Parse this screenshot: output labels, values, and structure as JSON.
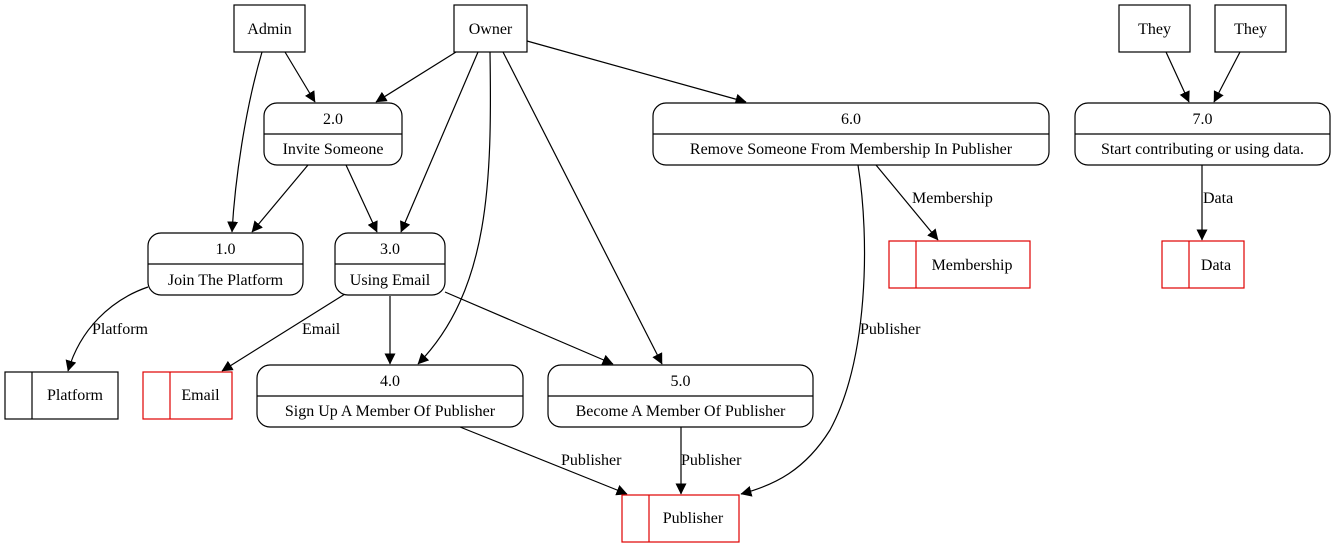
{
  "entities": {
    "admin": "Admin",
    "owner": "Owner",
    "they1": "They",
    "they2": "They"
  },
  "processes": {
    "p1": {
      "id": "1.0",
      "label": "Join The Platform"
    },
    "p2": {
      "id": "2.0",
      "label": "Invite Someone"
    },
    "p3": {
      "id": "3.0",
      "label": "Using Email"
    },
    "p4": {
      "id": "4.0",
      "label": "Sign Up A Member Of Publisher"
    },
    "p5": {
      "id": "5.0",
      "label": "Become A Member Of Publisher"
    },
    "p6": {
      "id": "6.0",
      "label": "Remove Someone From Membership In Publisher"
    },
    "p7": {
      "id": "7.0",
      "label": "Start contributing or using data."
    }
  },
  "stores": {
    "platform": "Platform",
    "email": "Email",
    "publisher": "Publisher",
    "membership": "Membership",
    "data": "Data"
  },
  "edge_labels": {
    "platform": "Platform",
    "email": "Email",
    "publisher_from_4": "Publisher",
    "publisher_from_5": "Publisher",
    "publisher_from_6": "Publisher",
    "membership": "Membership",
    "data": "Data"
  },
  "colors": {
    "store_border_red": "#e00000",
    "store_border_black": "#000000"
  }
}
